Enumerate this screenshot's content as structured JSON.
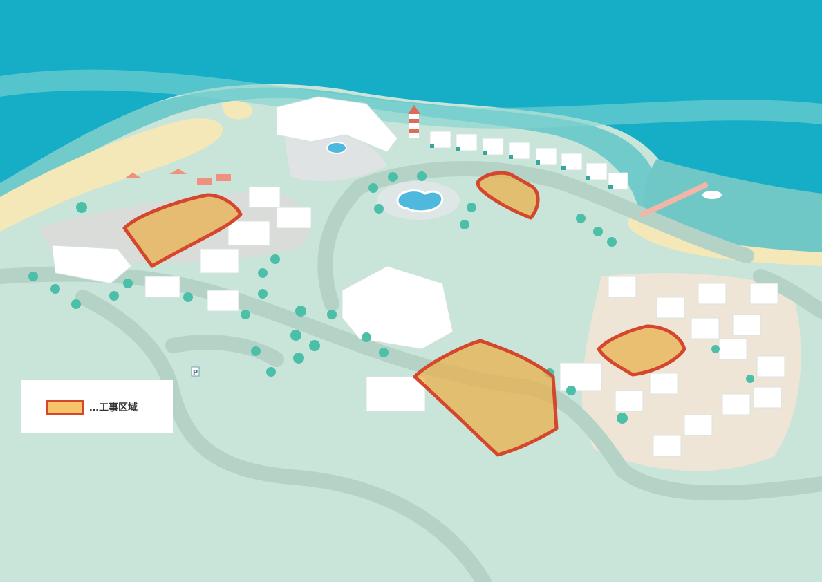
{
  "legend": {
    "label": "…工事区域",
    "swatch_fill": "#f7c36b",
    "swatch_border": "#d5472c"
  },
  "colors": {
    "sea_deep": "#16aec6",
    "sea_light": "#6fc8c6",
    "land": "#c9e4d8",
    "road": "#b8d4ca",
    "beach": "#f4e7b8",
    "construction_fill": "#e9b24f",
    "construction_border": "#d5472c"
  },
  "map_features": {
    "lighthouse": true,
    "pool": true,
    "pier": true,
    "boat": true,
    "parking_sign": "P",
    "construction_zones": 4
  }
}
